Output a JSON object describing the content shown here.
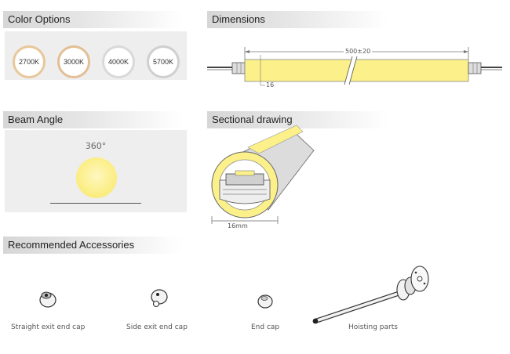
{
  "sections": {
    "color_options": "Color Options",
    "dimensions": "Dimensions",
    "beam_angle": "Beam Angle",
    "sectional_drawing": "Sectional drawing",
    "recommended_accessories": "Recommended Accessories"
  },
  "color_options": [
    {
      "label": "2700K",
      "color": "#e8c79a"
    },
    {
      "label": "3000K",
      "color": "#e2bf96"
    },
    {
      "label": "4000K",
      "color": "#d9d9d9"
    },
    {
      "label": "5700K",
      "color": "#cfcfcf"
    }
  ],
  "dimensions": {
    "length": "500±20",
    "width": "16"
  },
  "beam_angle": {
    "label": "360°"
  },
  "sectional": {
    "width": "16mm"
  },
  "accessories": [
    {
      "label": "Straight exit end cap"
    },
    {
      "label": "Side exit end cap"
    },
    {
      "label": "End cap"
    },
    {
      "label": "Hoisting parts"
    }
  ],
  "colors": {
    "led_yellow": "#fbf08a",
    "panel_bg": "#eeeeee"
  }
}
